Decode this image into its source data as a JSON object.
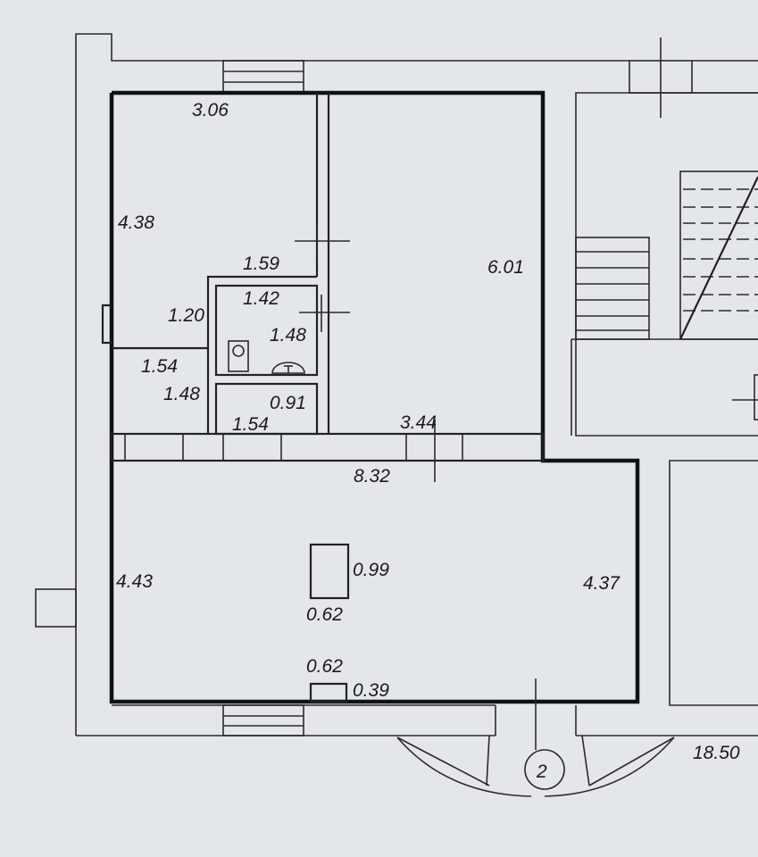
{
  "dimensions": {
    "top_width": "3.06",
    "room1_height": "4.38",
    "corridor_width": "1.59",
    "right_height": "6.01",
    "wc_width": "1.42",
    "hall_height": "1.20",
    "wc_height": "1.48",
    "closet_width": "1.54",
    "closet_height": "1.48",
    "small_room_depth": "0.91",
    "small_room_width": "1.54",
    "partition_length": "3.44",
    "main_width": "8.32",
    "main_left_height": "4.43",
    "column_height": "0.99",
    "column_width": "0.62",
    "niche_width": "0.62",
    "niche_depth": "0.39",
    "main_right_height": "4.37",
    "total_length": "18.50"
  },
  "entrance_label": "2"
}
